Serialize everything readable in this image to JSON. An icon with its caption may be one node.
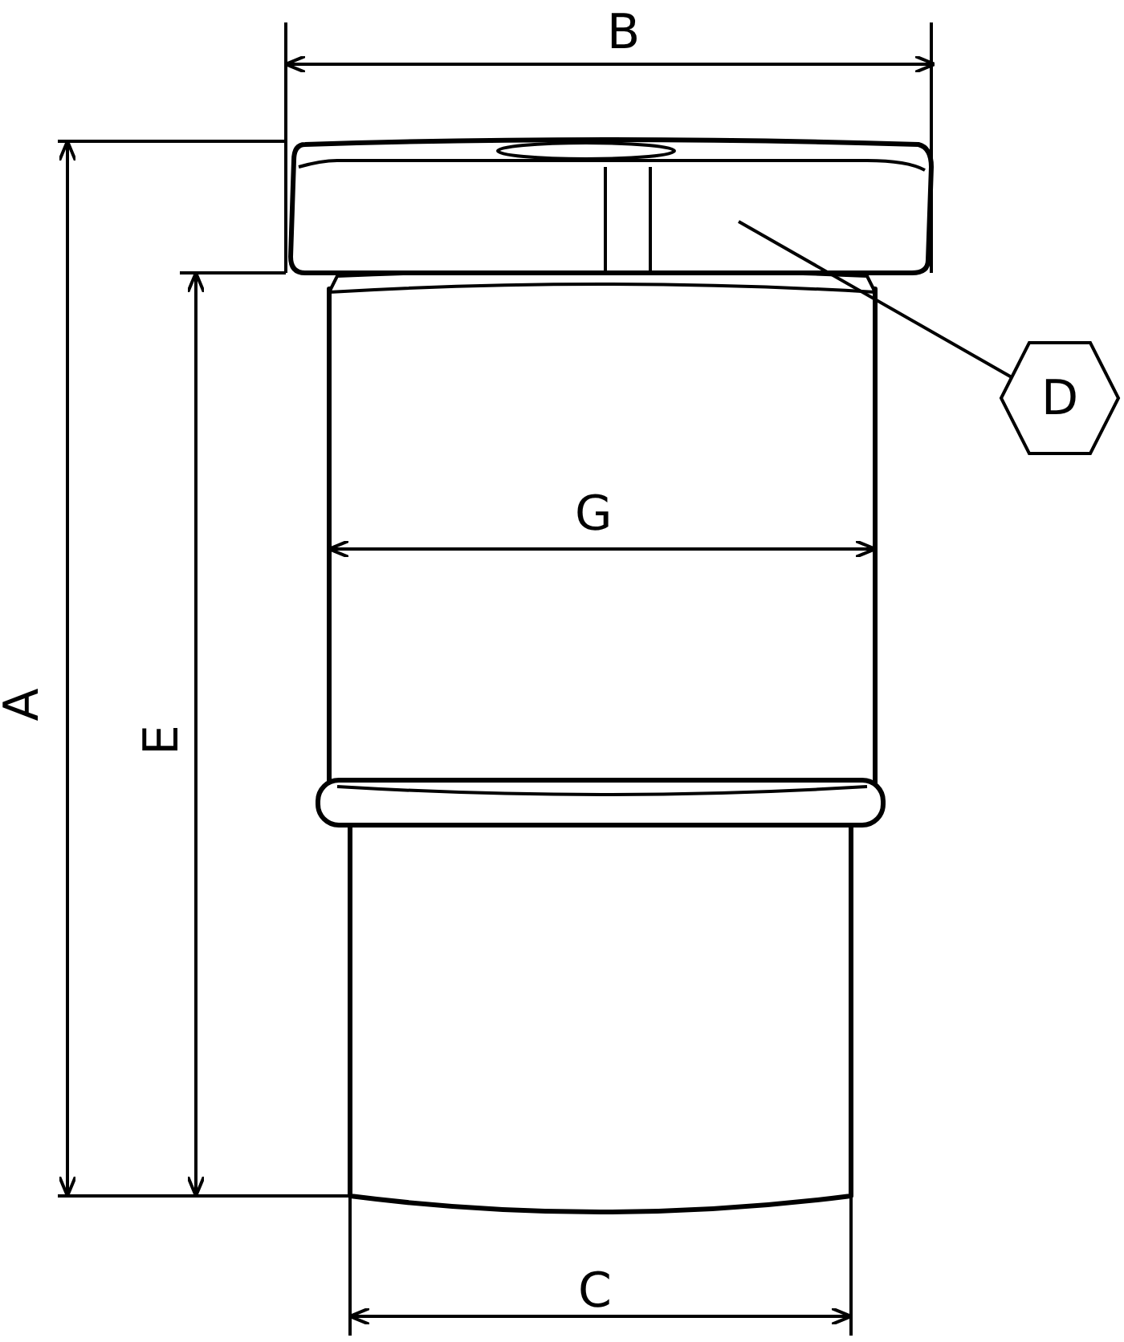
{
  "diagram": {
    "nodes": [
      {
        "text": [
          "D"
        ]
      },
      {
        "text": [],
        "shape": "picture"
      }
    ],
    "edges": [
      {
        "from": 0,
        "to": 1,
        "arrow": "none"
      }
    ],
    "labels": [
      "B",
      "G",
      "A",
      "E",
      "C"
    ]
  }
}
